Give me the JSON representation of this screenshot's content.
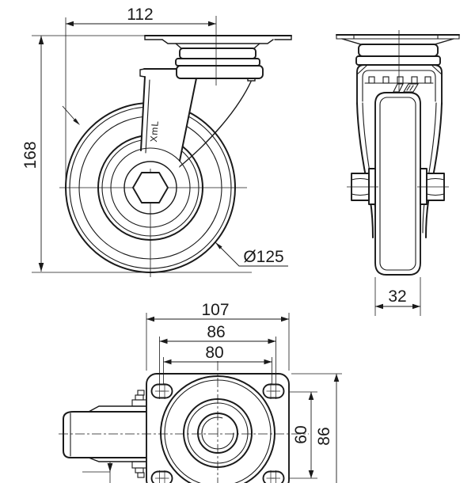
{
  "drawing": {
    "background_color": "#ffffff",
    "line_color": "#1a1a1a",
    "side_view": {
      "width_dim": "112",
      "height_dim": "168",
      "wheel_diameter_label": "Ø125",
      "brand_stamp": "XmL"
    },
    "front_view": {
      "wheel_width_dim": "32"
    },
    "plan_view": {
      "plate_length_dim": "107",
      "bolt_span_outer_dim": "86",
      "bolt_span_inner_dim": "80",
      "bolt_span_vertical_dim": "60",
      "plate_width_dim": "86"
    }
  }
}
